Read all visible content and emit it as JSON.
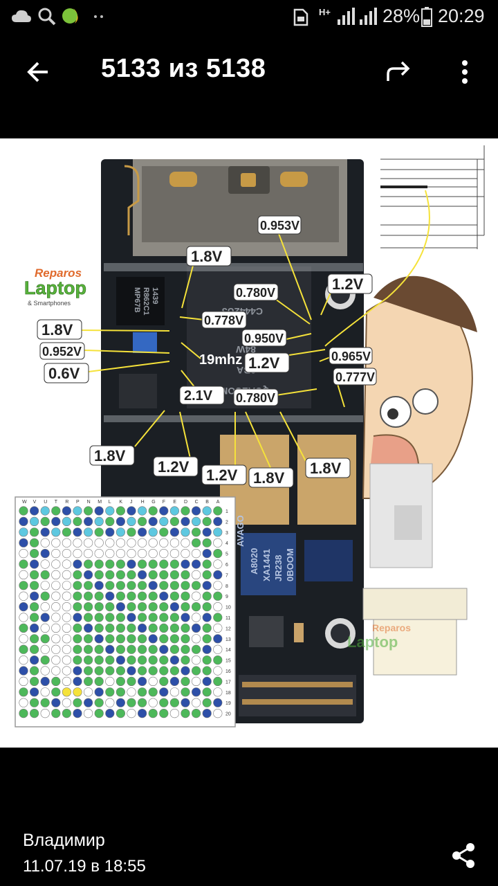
{
  "status_bar": {
    "battery_percent": "28%",
    "time": "20:29",
    "network": "H+",
    "icons": [
      "cloud-icon",
      "search-icon",
      "weather-icon",
      "more-dots-icon",
      "sim-icon",
      "signal-icon",
      "battery-icon"
    ]
  },
  "app_bar": {
    "title": "5133 из 5138",
    "icons": [
      "back-arrow-icon",
      "forward-share-icon",
      "more-vert-icon"
    ]
  },
  "image": {
    "brand": "Reparos",
    "brand_sub": "Laptop",
    "brand_tag": "& Smartphones",
    "chip_markings": [
      "MP67B",
      "R862C1",
      "1439",
      "C4442U3",
      "84W",
      "0BA",
      "QUALCOMM",
      "AVAGO",
      "A8020",
      "XA1441",
      "JR238",
      "0BOOM"
    ],
    "labels": [
      "0.953V",
      "1.8V",
      "1.2V",
      "0.780V",
      "0.778V",
      "1.8V",
      "0.950V",
      "0.952V",
      "19mhz",
      "1.2V",
      "0.965V",
      "0.6V",
      "0.777V",
      "2.1V",
      "0.780V",
      "1.8V",
      "1.2V",
      "1.2V",
      "1.8V",
      "1.8V"
    ],
    "grid_cols": [
      "W",
      "V",
      "U",
      "T",
      "R",
      "P",
      "N",
      "M",
      "L",
      "K",
      "J",
      "H",
      "G",
      "F",
      "E",
      "D",
      "C",
      "B",
      "A"
    ],
    "grid_rows": [
      "1",
      "2",
      "3",
      "4",
      "5",
      "6",
      "7",
      "8",
      "9",
      "10",
      "11",
      "12",
      "13",
      "14",
      "15",
      "16",
      "17",
      "18",
      "19",
      "20"
    ],
    "colors": {
      "dot_green": "#4db85a",
      "dot_blue": "#2d4fa8",
      "dot_cyan": "#5ec8e0",
      "dot_yellow": "#f5e23a",
      "board": "#1b1f24",
      "callout_line": "#f5e23a"
    }
  },
  "footer": {
    "author": "Владимир",
    "date": "11.07.19 в 18:55",
    "icons": [
      "share-icon"
    ]
  }
}
